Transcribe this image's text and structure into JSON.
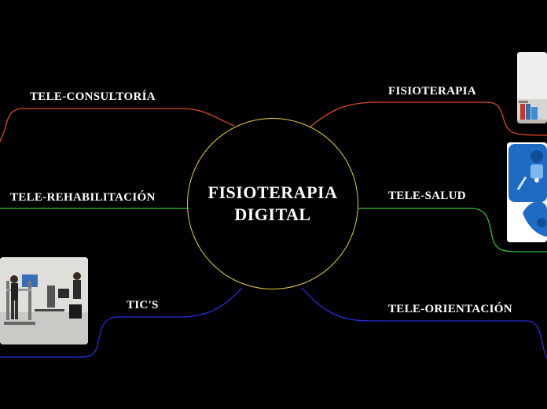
{
  "center": {
    "line1": "FISIOTERAPIA",
    "line2": "DIGITAL"
  },
  "branches": {
    "tele_consultoria": {
      "label": "TELE-CONSULTORÍA",
      "color": "#e0481f"
    },
    "tele_rehabilitacion": {
      "label": "TELE-REHABILITACIÓN",
      "color": "#2fbf2f"
    },
    "tics": {
      "label": "TIC'S",
      "color": "#2030d8"
    },
    "fisioterapia": {
      "label": "FISIOTERAPIA",
      "color": "#e0481f"
    },
    "tele_salud": {
      "label": "TELE-SALUD",
      "color": "#2fbf2f"
    },
    "tele_orientacion": {
      "label": "TELE-ORIENTACIÓN",
      "color": "#2030d8"
    }
  },
  "center_border_color": "#e6d23a"
}
